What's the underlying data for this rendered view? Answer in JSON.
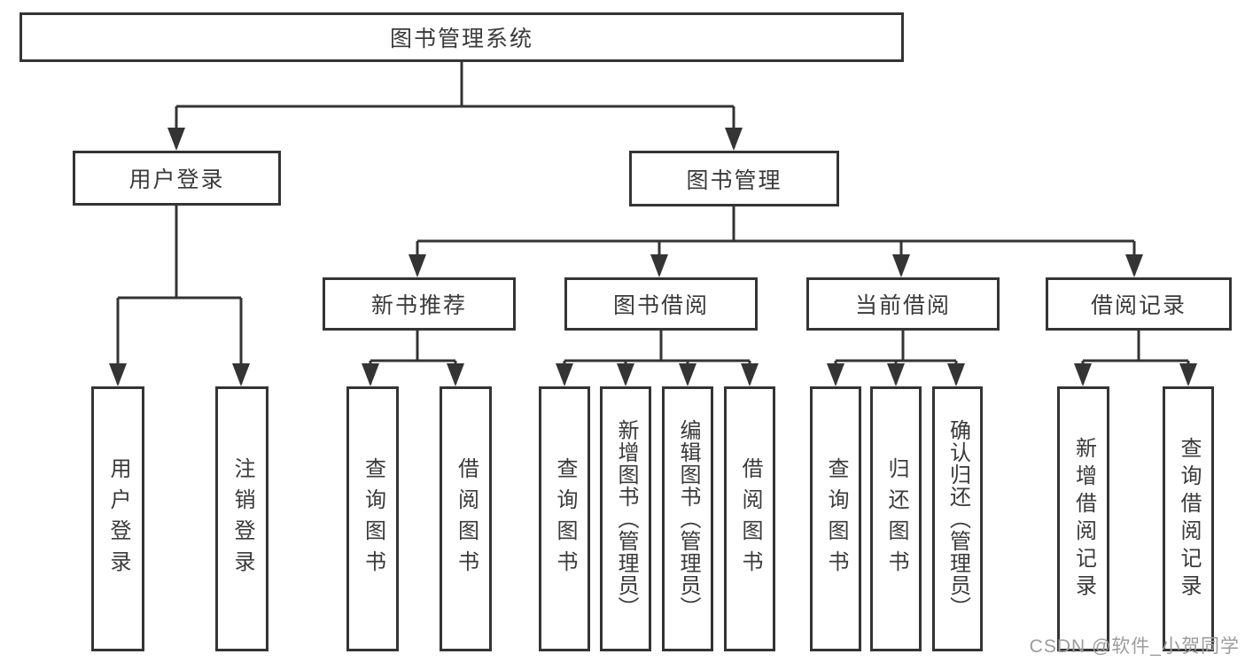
{
  "diagram": {
    "title": "图书管理系统",
    "root": {
      "label": "图书管理系统"
    },
    "level2": {
      "user_login": {
        "label": "用户登录"
      },
      "book_management": {
        "label": "图书管理"
      }
    },
    "level3": {
      "new_book_recommend": {
        "label": "新书推荐"
      },
      "book_borrow": {
        "label": "图书借阅"
      },
      "current_borrow": {
        "label": "当前借阅"
      },
      "borrow_records": {
        "label": "借阅记录"
      }
    },
    "leaves": {
      "user_login": [
        "用户登录",
        "注销登录"
      ],
      "new_book_recommend": [
        "查询图书",
        "借阅图书"
      ],
      "book_borrow": [
        "查询图书",
        "新增图书（管理员）",
        "编辑图书（管理员）",
        "借阅图书"
      ],
      "current_borrow": [
        "查询图书",
        "归还图书",
        "确认归还（管理员）"
      ],
      "borrow_records": [
        "新增借阅记录",
        "查询借阅记录"
      ]
    }
  },
  "watermark": {
    "text": "CSDN @软件_小贺同学"
  },
  "colors": {
    "line": "#343434",
    "border": "#343434",
    "text": "#3a3a3a",
    "background": "#ffffff",
    "watermark": "#9c9c9c"
  }
}
